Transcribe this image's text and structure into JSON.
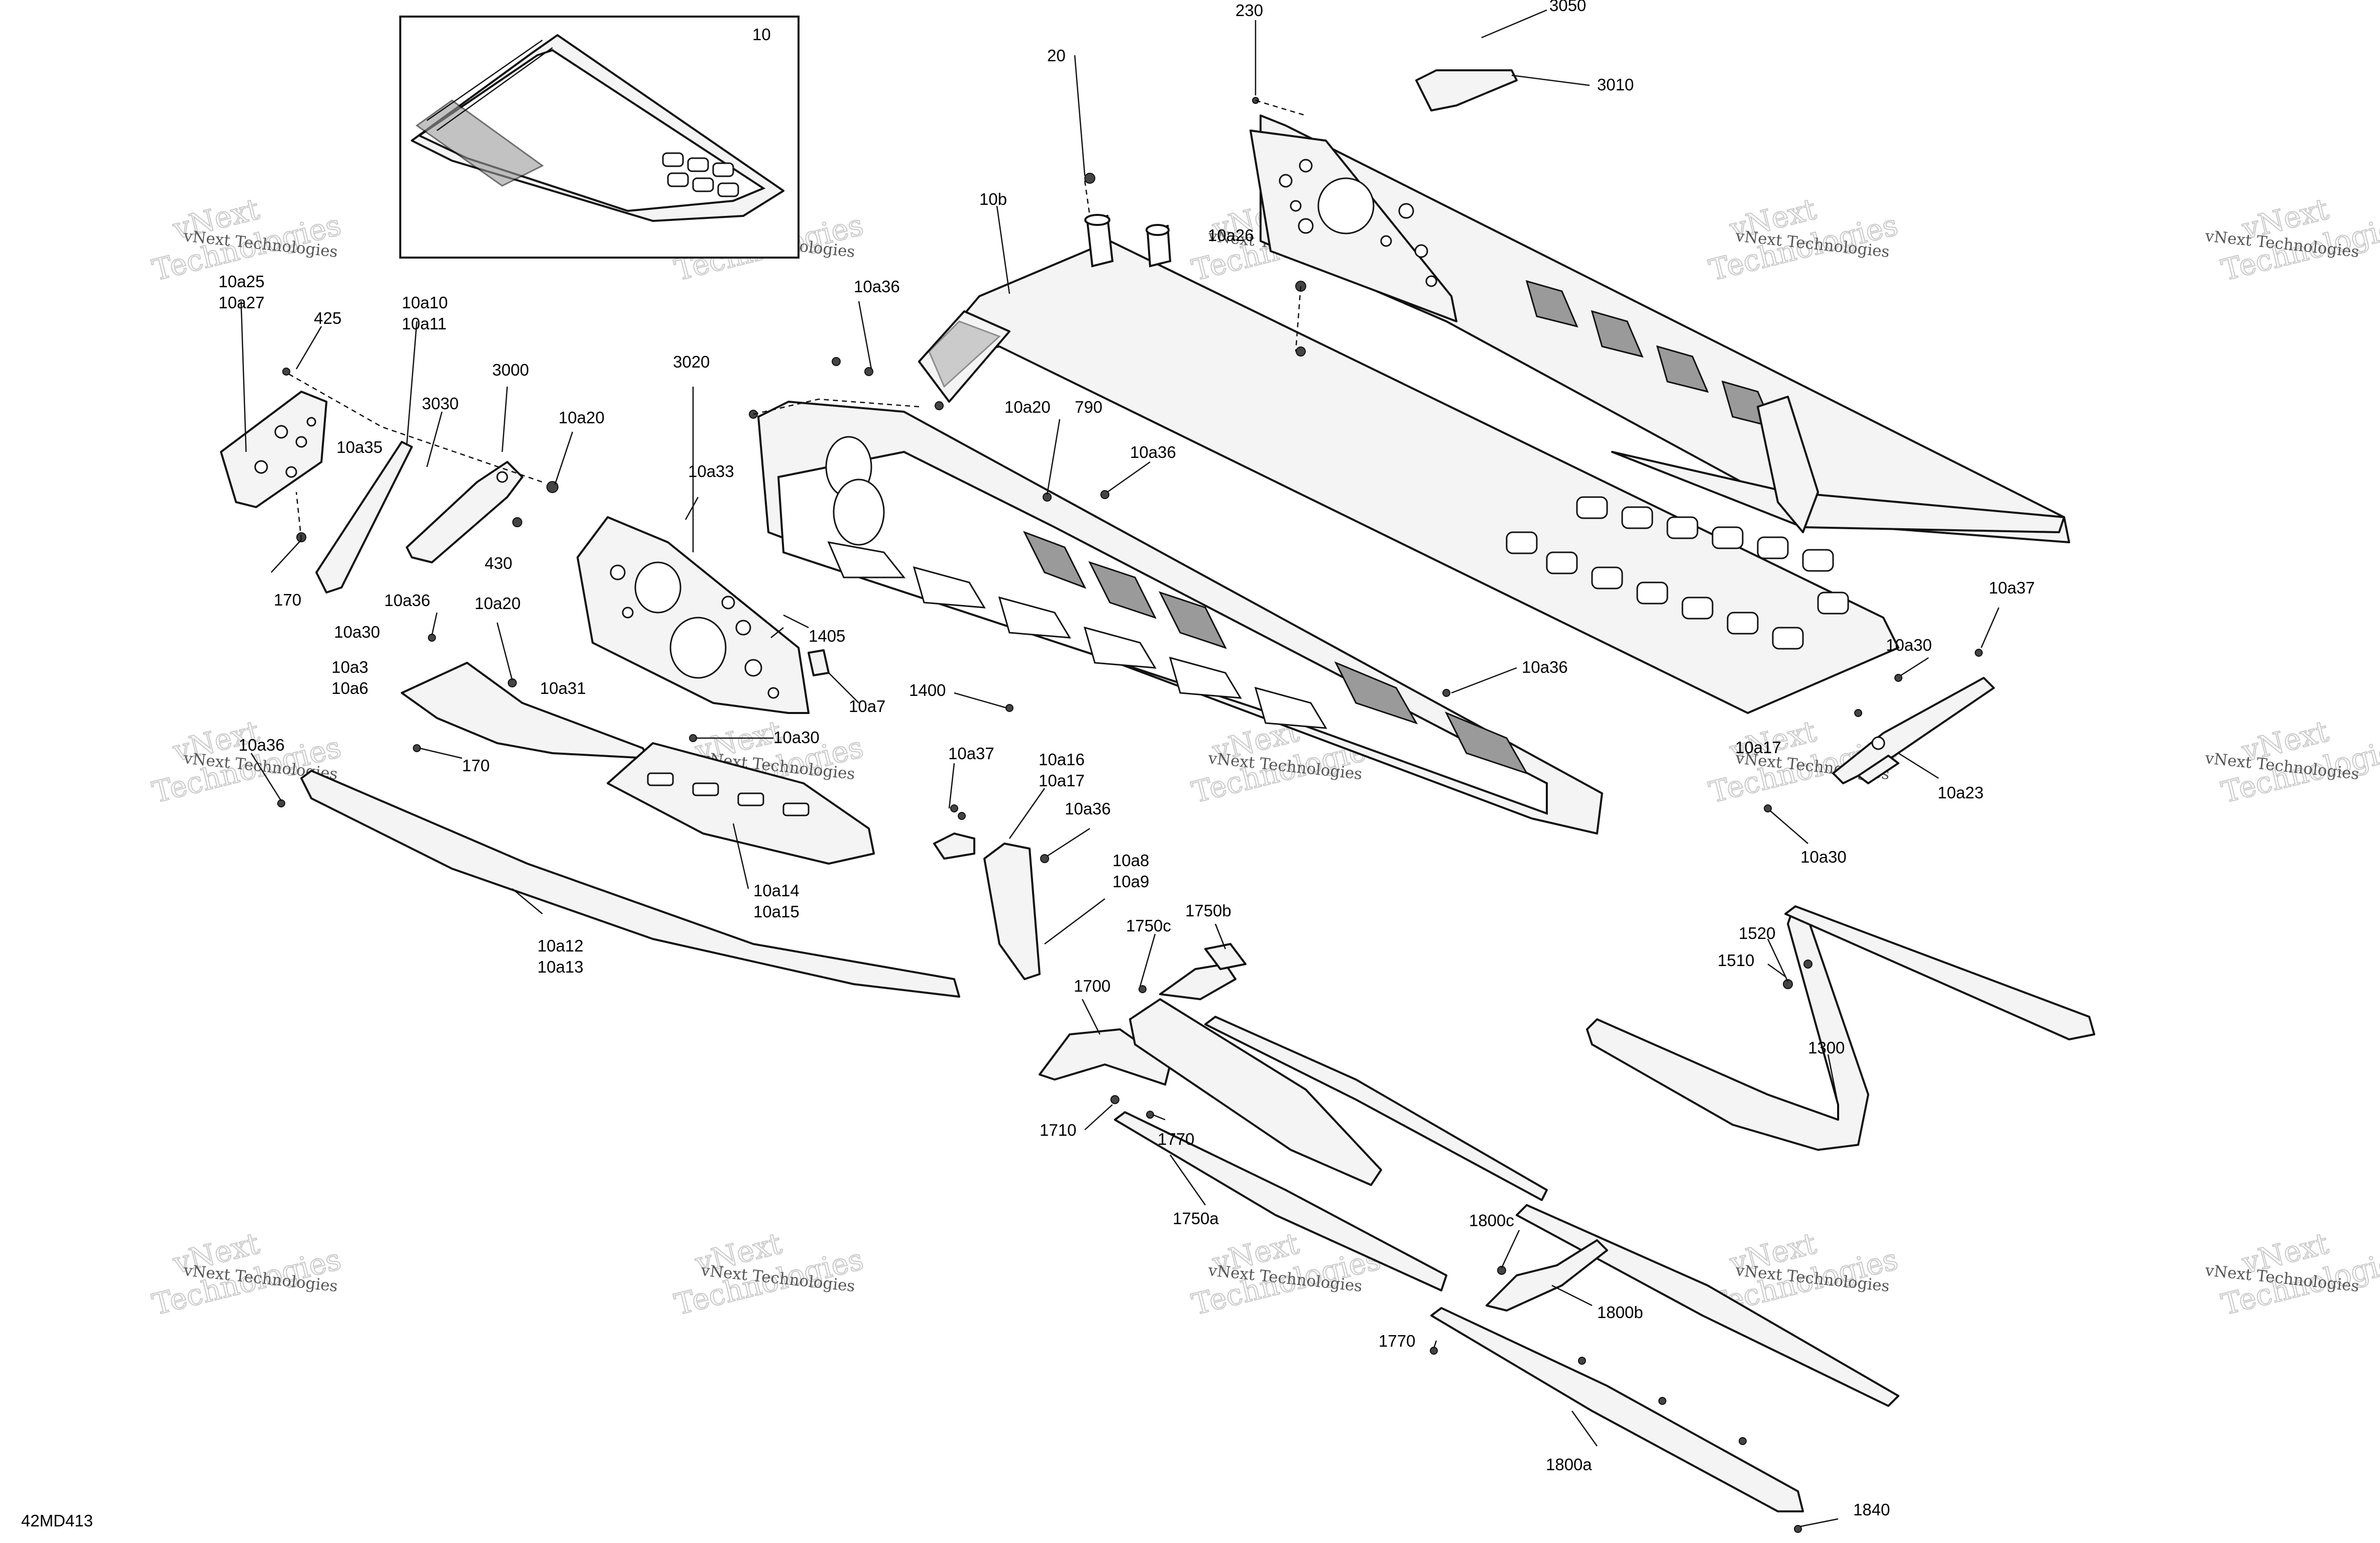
{
  "diagram_code": "42MD413",
  "watermark": {
    "line1": "vNext Technologies",
    "line2_a": "vNext",
    "line2_b": "Technologies"
  },
  "labels": {
    "l10": "10",
    "l10b": "10b",
    "l10a26": "10a26",
    "l20": "20",
    "l230": "230",
    "l3050": "3050",
    "l3010": "3010",
    "l10a25": "10a25",
    "l10a27": "10a27",
    "l425": "425",
    "l10a10": "10a10",
    "l10a11": "10a11",
    "l3030": "3030",
    "l3000": "3000",
    "l10a20_a": "10a20",
    "l10a35": "10a35",
    "l170_a": "170",
    "l430": "430",
    "l3020": "3020",
    "l10a36_a": "10a36",
    "l10a20_b": "10a20",
    "l790": "790",
    "l10a36_b": "10a36",
    "l10a33": "10a33",
    "l10a36_c": "10a36",
    "l10a20_c": "10a20",
    "l10a30_a": "10a30",
    "l10a3": "10a3",
    "l10a6": "10a6",
    "l10a31": "10a31",
    "l1405": "1405",
    "l10a7": "10a7",
    "l1400": "1400",
    "l10a36_d": "10a36",
    "l10a37_a": "10a37",
    "l10a30_b": "10a30",
    "l10a23": "10a23",
    "l10a30_c": "10a30",
    "l10a36_e": "10a36",
    "l170_b": "170",
    "l10a30_d": "10a30",
    "l10a14": "10a14",
    "l10a15": "10a15",
    "l10a12": "10a12",
    "l10a13": "10a13",
    "l10a37_b": "10a37",
    "l10a16": "10a16",
    "l10a17": "10a17",
    "l10a36_f": "10a36",
    "l10a8": "10a8",
    "l10a9": "10a9",
    "l10a17_b": "10a17",
    "l1750c": "1750c",
    "l1750b": "1750b",
    "l1700": "1700",
    "l1710": "1710",
    "l1770_a": "1770",
    "l1750a": "1750a",
    "l1520": "1520",
    "l1510": "1510",
    "l1300": "1300",
    "l1800c": "1800c",
    "l1800b": "1800b",
    "l1770_b": "1770",
    "l1800a": "1800a",
    "l1840": "1840"
  }
}
